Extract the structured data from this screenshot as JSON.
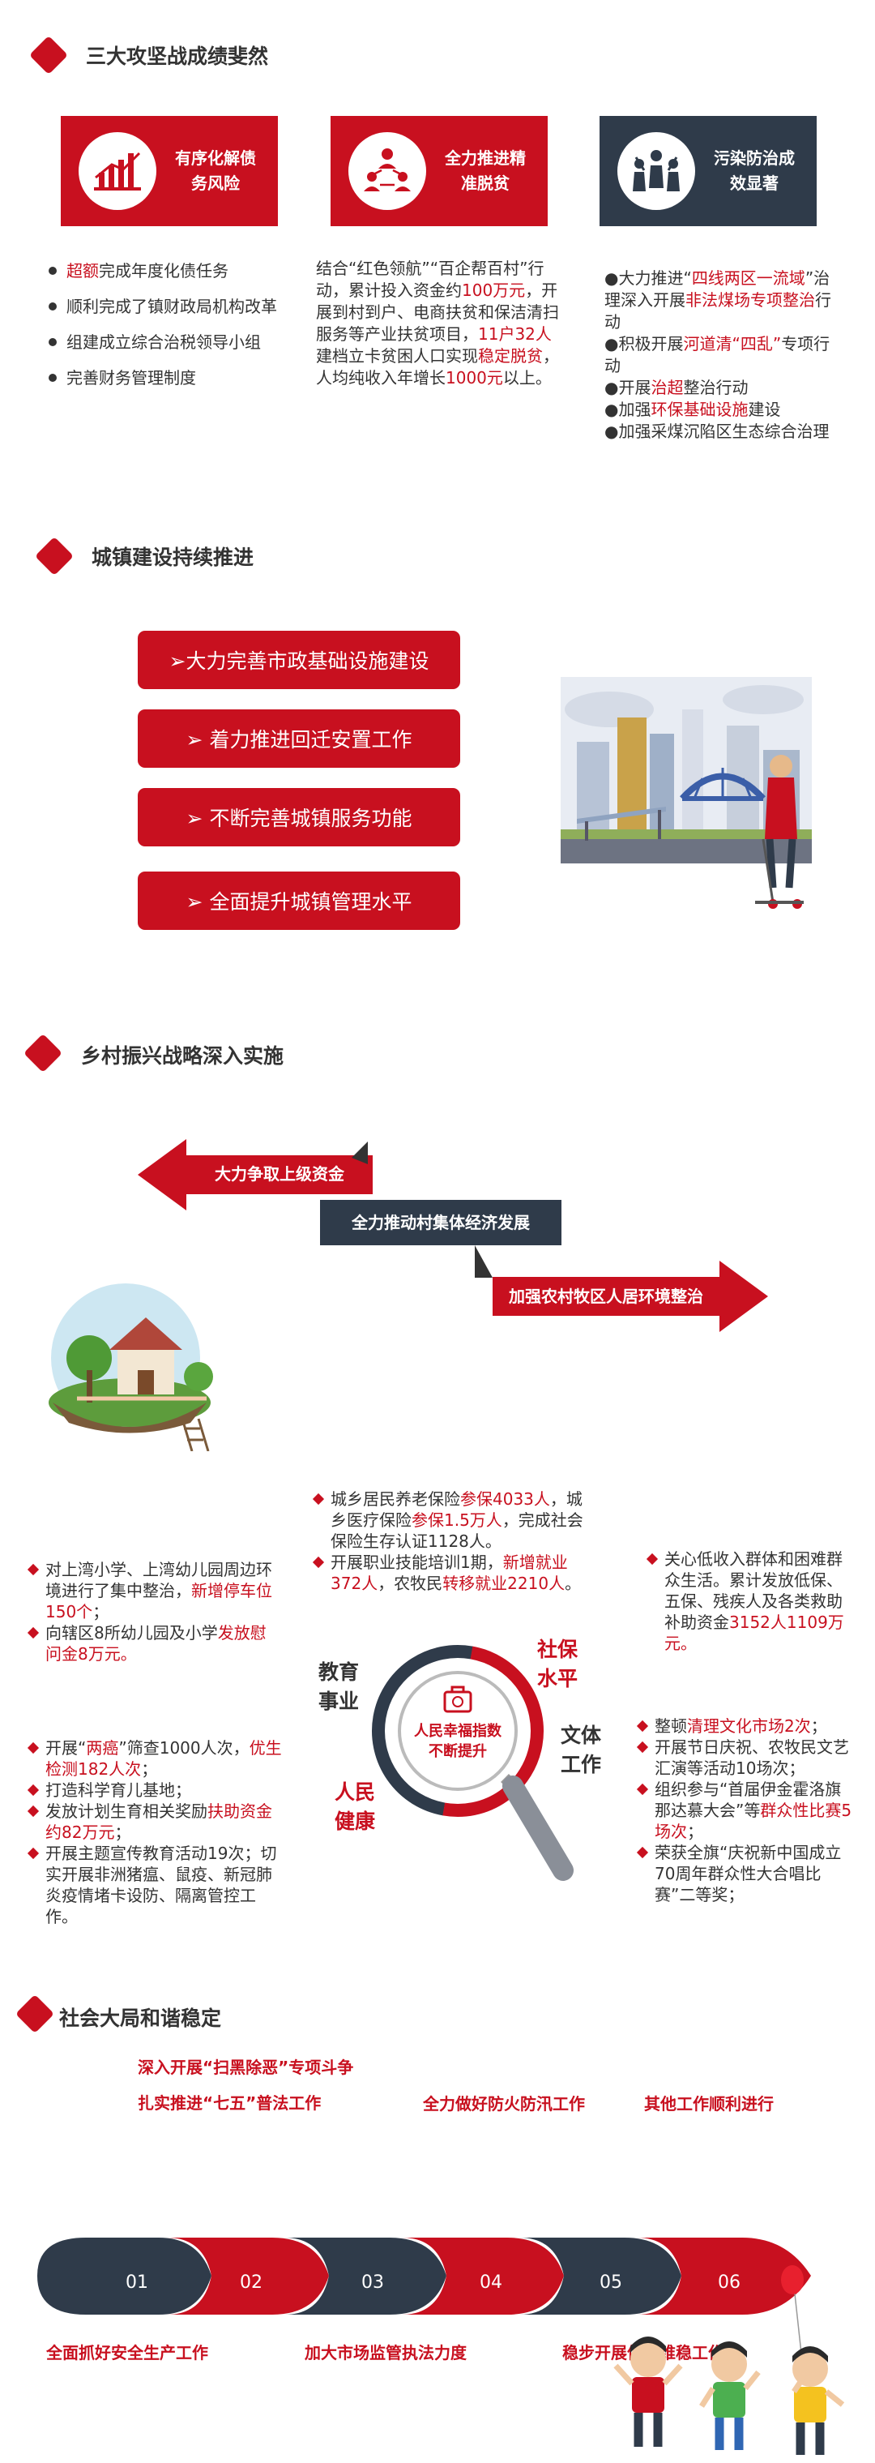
{
  "s1": {
    "title": "三大攻坚战成绩斐然",
    "cards": [
      {
        "label": "有序化解债务风险",
        "icon": "chart-icon"
      },
      {
        "label": "全力推进精准脱贫",
        "icon": "people-network-icon"
      },
      {
        "label": "污染防治成效显著",
        "icon": "team-icon"
      }
    ],
    "col1": [
      {
        "pre": "",
        "hl": "超额",
        "post": "完成年度化债任务"
      },
      {
        "pre": "",
        "hl": "",
        "post": "顺利完成了镇财政局机构改革"
      },
      {
        "pre": "",
        "hl": "",
        "post": "组建成立综合治税领导小组"
      },
      {
        "pre": "",
        "hl": "",
        "post": "完善财务管理制度"
      }
    ],
    "col2": {
      "t1": "结合“红色领航”“百企帮百村”行动，累计投入资金约",
      "h1": "100万元",
      "t2": "，开展到村到户、电商扶贫和保洁清扫服务等产业扶贫项目，",
      "h2": "11户32人",
      "t3": "建档立卡贫困人口实现",
      "h3": "稳定脱贫",
      "t4": "，人均纯收入年增长",
      "h4": "1000元",
      "t5": "以上。"
    },
    "col3": {
      "a1": "●大力推进“",
      "ah1": "四线两区一流域",
      "a2": "”治理深入开展",
      "ah2": "非法煤场专项整治",
      "a3": "行动",
      "b1": "●积极开展",
      "bh1": "河道清“四乱”",
      "b2": "专项行动",
      "c1": "●开展",
      "ch1": "治超",
      "c2": "整治行动",
      "d1": "●加强",
      "dh1": "环保基础设施",
      "d2": "建设",
      "e1": "●加强采煤沉陷区生态综合治理"
    }
  },
  "s2": {
    "title": "城镇建设持续推进",
    "items": [
      "➢大力完善市政基础设施建设",
      "➢ 着力推进回迁安置工作",
      "➢ 不断完善城镇服务功能",
      "➢ 全面提升城镇管理水平"
    ]
  },
  "s3": {
    "title": "乡村振兴战略深入实施",
    "arrows": [
      "大力争取上级资金",
      "全力推动村集体经济发展",
      "加强农村牧区人居环境整治"
    ],
    "top_block": {
      "a1": "城乡居民养老保险",
      "ah1": "参保4033人",
      "a2": "，城乡医疗保险",
      "ah2": "参保1.5万人",
      "a3": "，完成社会保险生存认证1128人。",
      "b1": "开展职业技能培训1期，",
      "bh1": "新增就业372人",
      "b2": "，农牧民",
      "bh2": "转移就业2210人",
      "b3": "。"
    },
    "edu_block": {
      "a1": "对上湾小学、上湾幼儿园周边环境进行了集中整治，",
      "ah1": "新增停车位150个",
      "a2": "；",
      "b1": "向辖区8所幼儿园及小学",
      "bh1": "发放慰问金8万元。",
      "b2": ""
    },
    "right_block": {
      "a1": "关心低收入群体和困难群众生活。累计发放低保、五保、残疾人及各类救助补助资金",
      "ah1": "3152人1109万元。",
      "a2": ""
    },
    "health_block": {
      "a1": "开展“",
      "ah1": "两癌",
      "a2": "”筛查1000人次，",
      "ah2": "优生检测182人次",
      "a3": "；",
      "b1": "打造科学育儿基地；",
      "c1": "发放计划生育相关奖励",
      "ch1": "扶助资金约82万元",
      "c2": "；",
      "d1": "开展主题宣传教育活动19次；切实开展非洲猪瘟、鼠疫、新冠肺炎疫情堵卡设防、隔离管控工作。"
    },
    "culture_block": {
      "a1": "整顿",
      "ah1": "清理文化市场2次",
      "a2": "；",
      "b1": "开展节日庆祝、农牧民文艺汇演等活动10场次；",
      "c1": "组织参与“首届伊金霍洛旗那达慕大会”等",
      "ch1": "群众性比赛5场次",
      "c2": "；",
      "d1": "荣获全旗“庆祝新中国成立70周年群众性大合唱比赛”二等奖；"
    },
    "center": {
      "edu": "教育\n事业",
      "social": "社保\n水平",
      "culture": "文体\n工作",
      "health": "人民\n健康",
      "core": "人民幸福指数\n不断提升"
    }
  },
  "s4": {
    "title": "社会大局和谐稳定",
    "top": [
      "深入开展“扫黑除恶”专项斗争",
      "扎实推进“七五”普法工作",
      "全力做好防火防汛工作",
      "其他工作顺利进行"
    ],
    "bottom": [
      "全面抓好安全生产工作",
      "加大市场监管执法力度",
      "稳步开展信访维稳工作"
    ],
    "nums": [
      "01",
      "02",
      "03",
      "04",
      "05",
      "06"
    ]
  },
  "colors": {
    "accent": "#c8101f",
    "dark": "#2f3b4a"
  }
}
